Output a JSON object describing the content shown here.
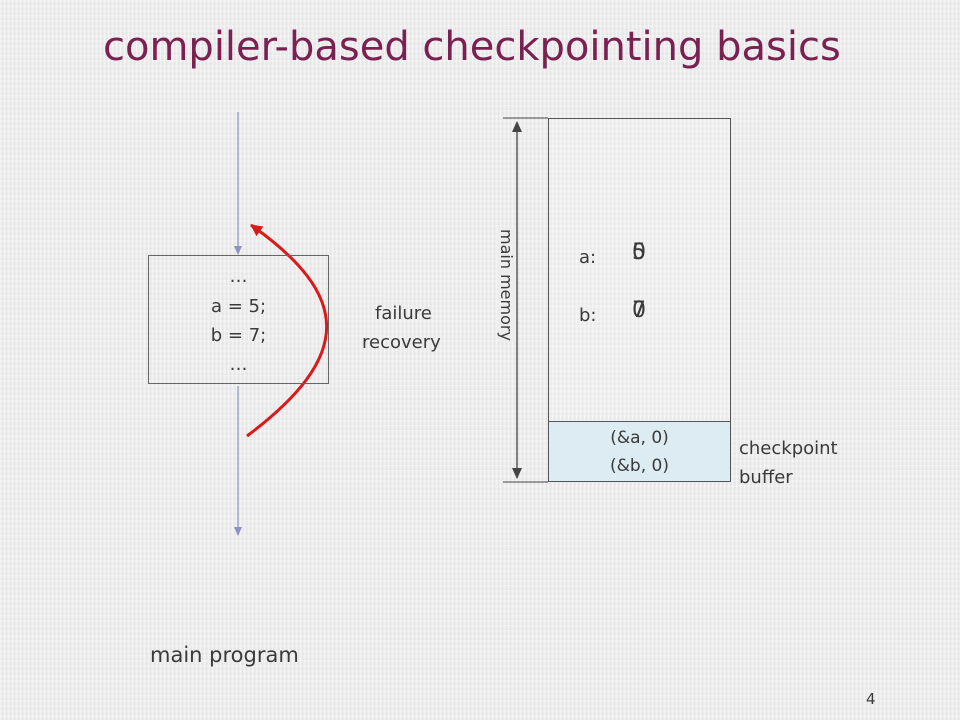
{
  "slide": {
    "title": "compiler-based checkpointing basics",
    "page_number": "4"
  },
  "program": {
    "lines": [
      "…",
      "a = 5;",
      "b = 7;",
      "…"
    ],
    "caption": "main program",
    "recovery_label_line1": "failure",
    "recovery_label_line2": "recovery"
  },
  "memory": {
    "axis_label": "main memory",
    "a_label": "a:",
    "a_old_value": "0",
    "a_new_value": "5",
    "b_label": "b:",
    "b_old_value": "0",
    "b_new_value": "7"
  },
  "checkpoint": {
    "entries": [
      "(&a, 0)",
      "(&b, 0)"
    ],
    "label_line1": "checkpoint",
    "label_line2": "buffer"
  },
  "colors": {
    "title": "#7b2152",
    "arrow_line": "#8a93c4",
    "recovery_arrow": "#d91a1a",
    "checkpoint_fill": "#dcecf2"
  }
}
